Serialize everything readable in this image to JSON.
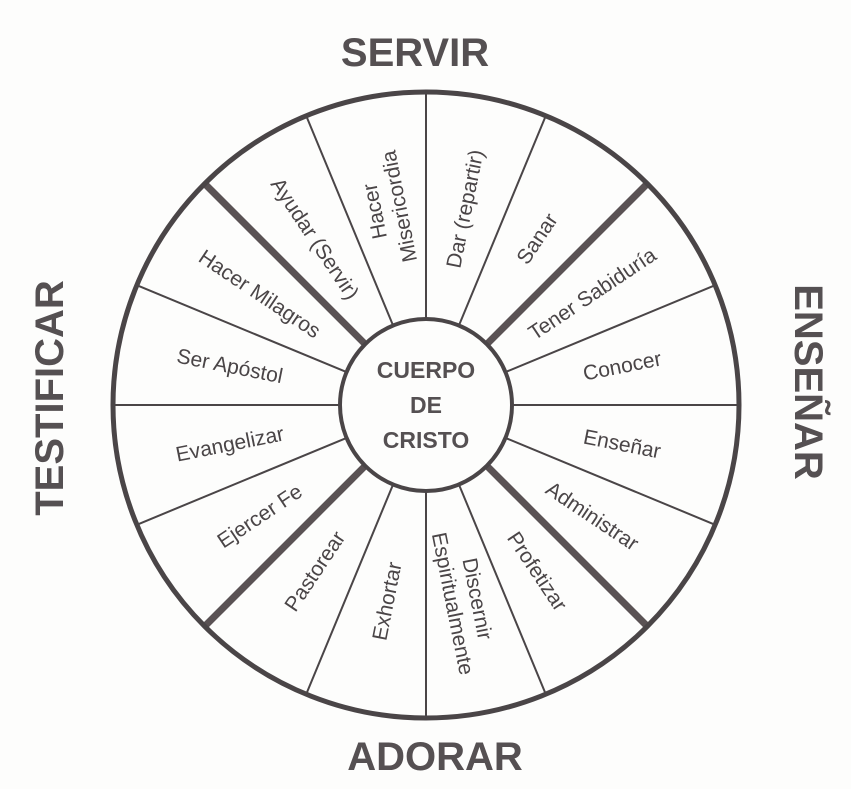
{
  "quadrants": {
    "top": "SERVIR",
    "right": "ENSEÑAR",
    "bottom": "ADORAR",
    "left": "TESTIFICAR"
  },
  "center": [
    "CUERPO",
    "DE",
    "CRISTO"
  ],
  "segments": [
    {
      "lines": [
        "Ayudar (Servir)"
      ]
    },
    {
      "lines": [
        "Hacer",
        "Misericordia"
      ]
    },
    {
      "lines": [
        "Dar (repartir)"
      ]
    },
    {
      "lines": [
        "Sanar"
      ]
    },
    {
      "lines": [
        "Tener Sabiduría"
      ]
    },
    {
      "lines": [
        "Conocer"
      ]
    },
    {
      "lines": [
        "Enseñar"
      ]
    },
    {
      "lines": [
        "Administrar"
      ]
    },
    {
      "lines": [
        "Profetizar"
      ]
    },
    {
      "lines": [
        "Discernir",
        "Espiritualmente"
      ]
    },
    {
      "lines": [
        "Exhortar"
      ]
    },
    {
      "lines": [
        "Pastorear"
      ]
    },
    {
      "lines": [
        "Ejercer Fe"
      ]
    },
    {
      "lines": [
        "Evangelizar"
      ]
    },
    {
      "lines": [
        "Ser Apóstol"
      ]
    },
    {
      "lines": [
        "Hacer Milagros"
      ]
    }
  ],
  "colors": {
    "ink": "#4a4547",
    "background": "#fdfdfc"
  }
}
